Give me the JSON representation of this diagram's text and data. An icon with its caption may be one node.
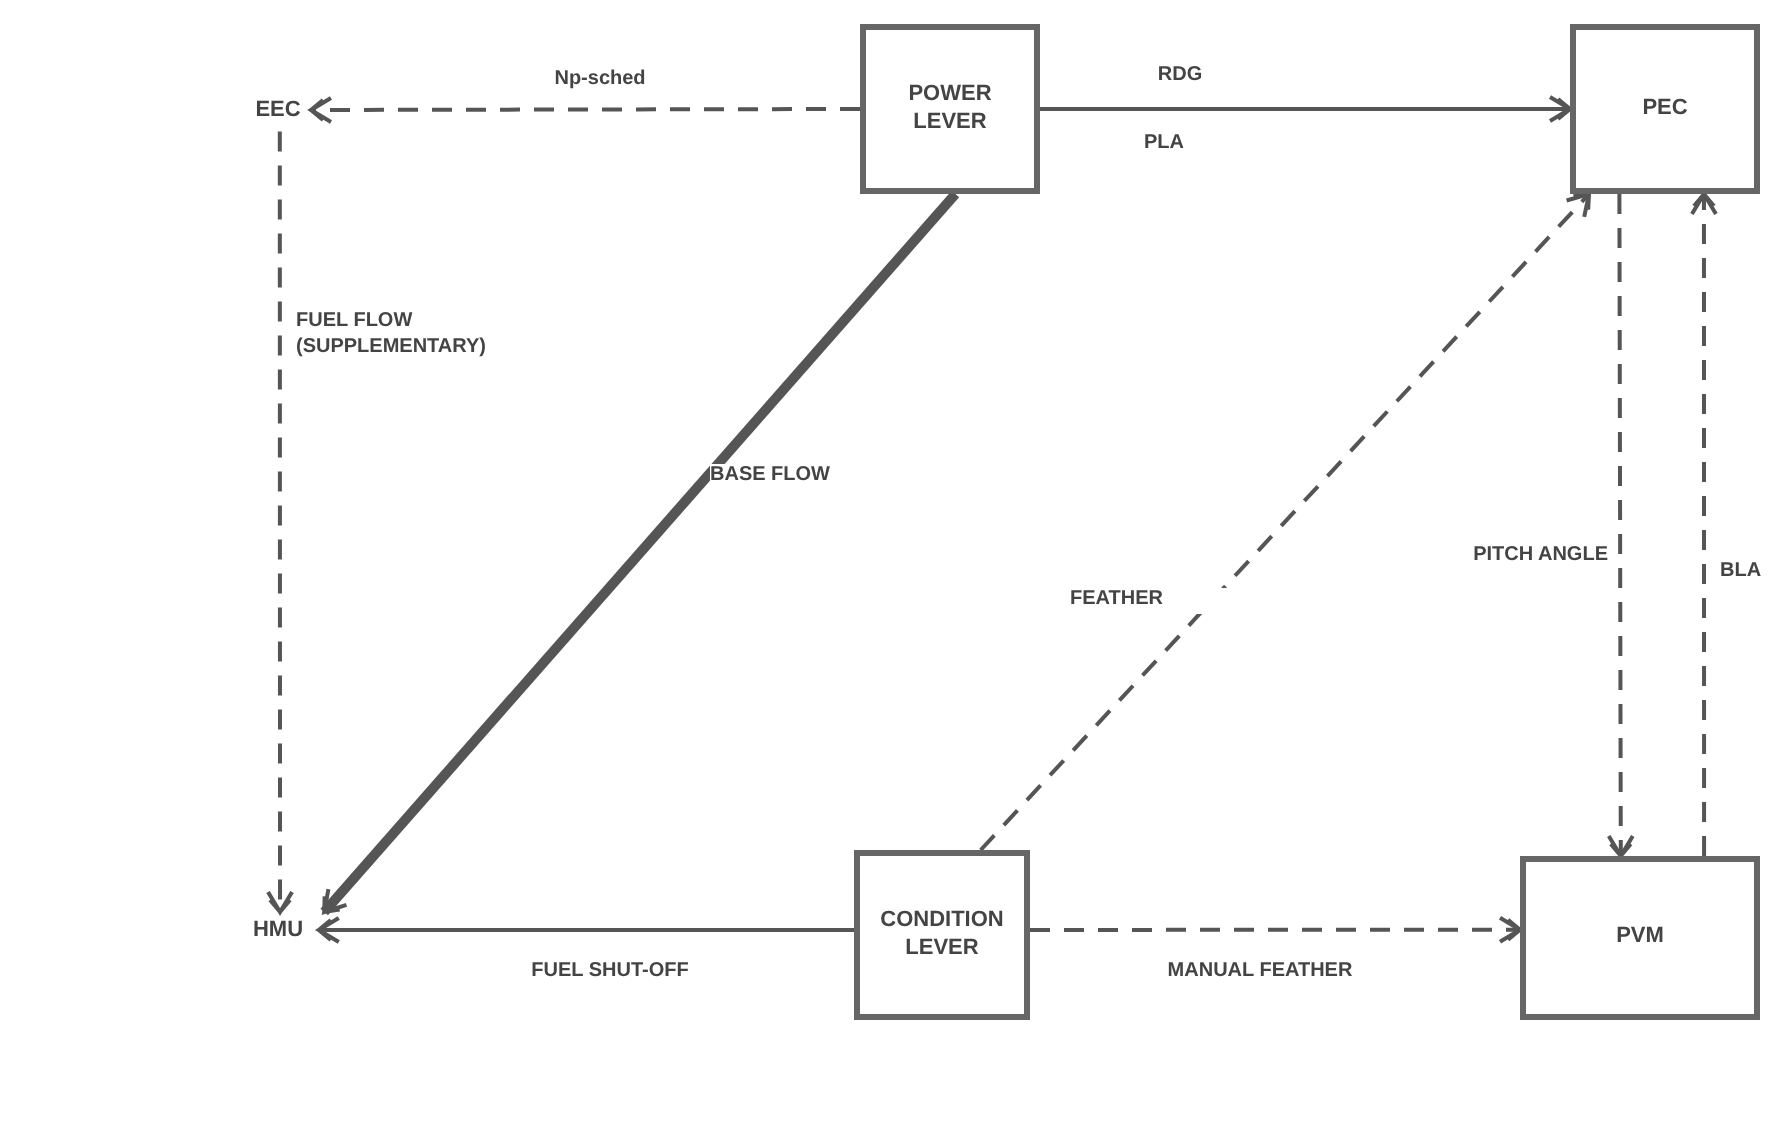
{
  "diagram": {
    "nodes": [
      {
        "text": [
          "EEC"
        ]
      },
      {
        "text": [
          "POWER LEVER"
        ]
      },
      {
        "text": [
          "PEC"
        ]
      },
      {
        "text": [
          "HMU"
        ]
      },
      {
        "text": [
          "CONDITION LEVER"
        ]
      },
      {
        "text": [
          "PVM"
        ]
      }
    ],
    "edges": [
      {
        "from": 1,
        "to": 0,
        "arrow": "to",
        "style": "dashed",
        "label": "Np-sched"
      },
      {
        "from": 1,
        "to": 2,
        "arrow": "to",
        "label": "RDG"
      },
      {
        "from": 0,
        "to": 3,
        "arrow": "to",
        "style": "dashed",
        "label": "FUEL FLOW (SUPPLEMENTARY)"
      },
      {
        "from": 1,
        "to": 3,
        "arrow": "to",
        "style": "thick",
        "label": "BASE FLOW"
      },
      {
        "from": 4,
        "to": 2,
        "arrow": "to",
        "style": "dashed",
        "label": "FEATHER"
      },
      {
        "from": 2,
        "to": 5,
        "arrow": "to",
        "style": "dashed",
        "label": "PITCH ANGLE"
      },
      {
        "from": 5,
        "to": 2,
        "arrow": "to",
        "style": "dashed",
        "label": "BLA"
      },
      {
        "from": 4,
        "to": 3,
        "arrow": "to",
        "label": "FUEL SHUT-OFF"
      },
      {
        "from": 4,
        "to": 5,
        "arrow": "to",
        "style": "dashed",
        "label": "MANUAL FEATHER"
      }
    ],
    "labels": [
      "PLA"
    ]
  }
}
